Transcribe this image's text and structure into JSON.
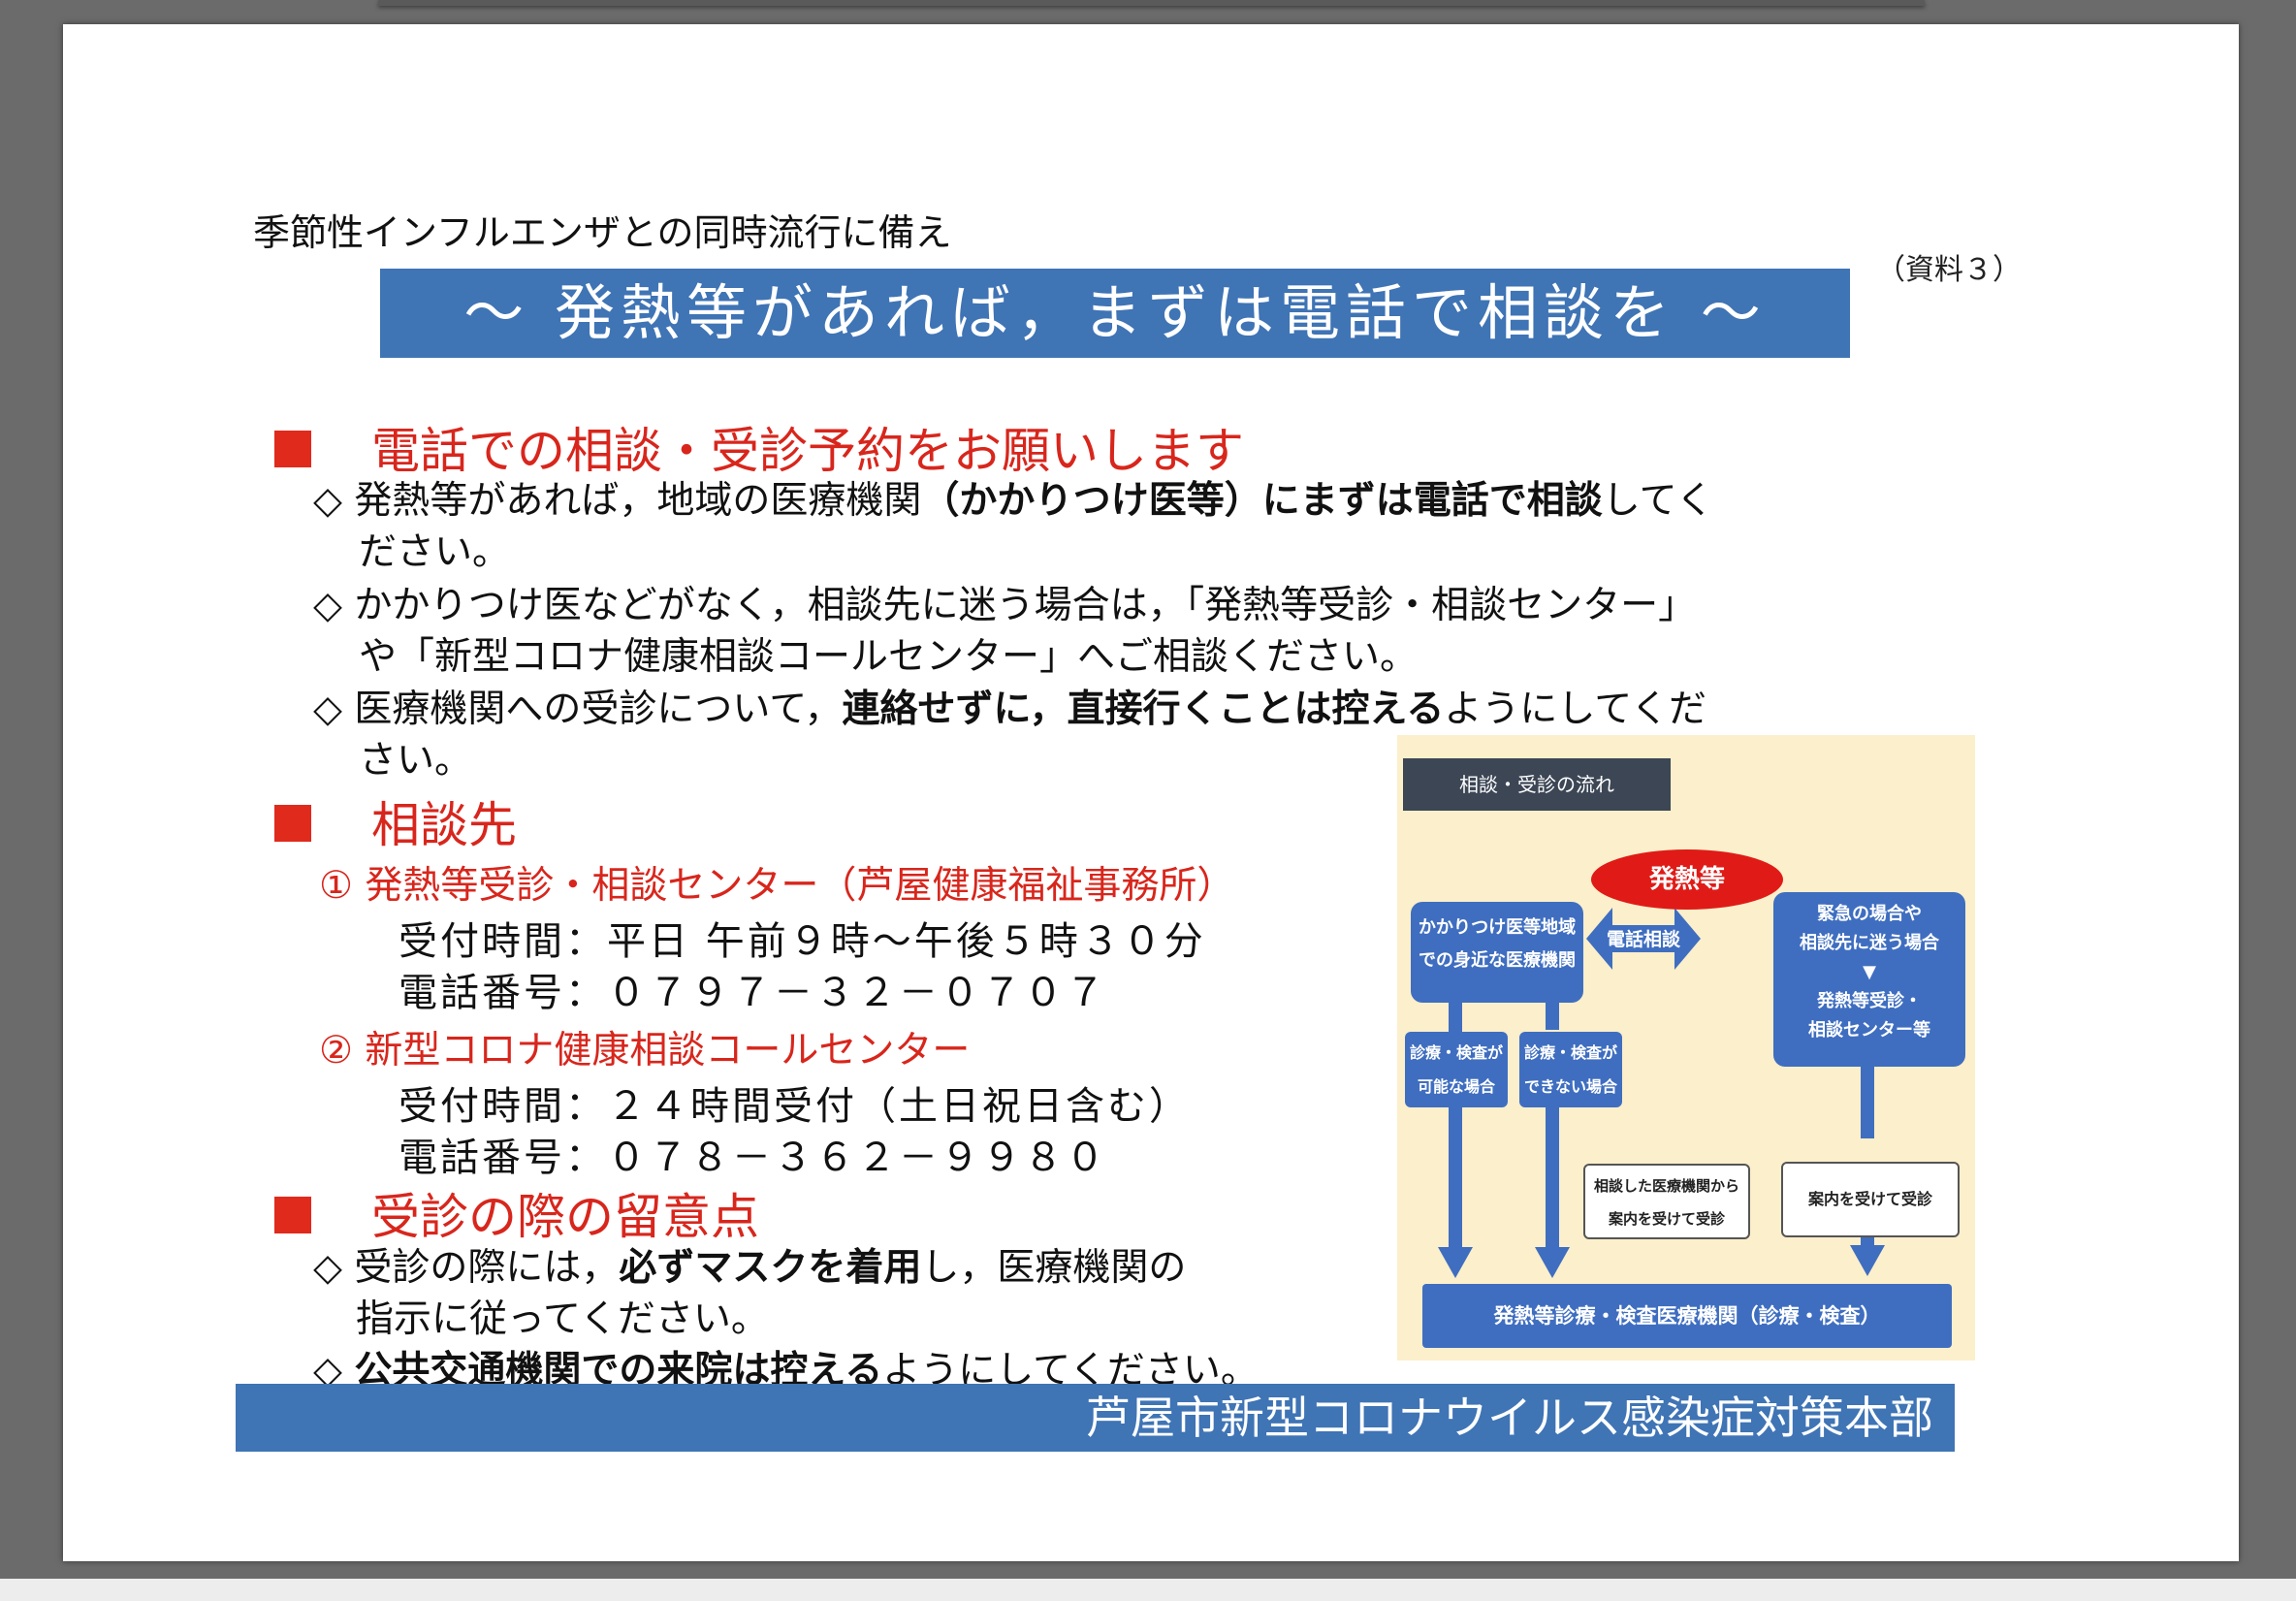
{
  "doc": {
    "subtitle": "季節性インフルエンザとの同時流行に備え",
    "doc_ref": "（資料３）",
    "banner": "～ 発熱等があれば，まずは電話で相談を ～",
    "footer": "芦屋市新型コロナウイルス感染症対策本部"
  },
  "section1": {
    "heading": "電話での相談・受診予約をお願いします",
    "b1_a": "◇ 発熱等があれば，地域の医療機関",
    "b1_b": "（かかりつけ医等）にまずは電話で相談",
    "b1_c": "してく",
    "b1_d": "ださい。",
    "b2_a": "◇ かかりつけ医などがなく，相談先に迷う場合は，「発熱等受診・相談センター」",
    "b2_b": "や「新型コロナ健康相談コールセンター」へご相談ください。",
    "b3_a": "◇ 医療機関への受診について，",
    "b3_b": "連絡せずに，直接行くことは控える",
    "b3_c": "ようにしてくだ",
    "b3_d": "さい。"
  },
  "section2": {
    "heading": "相談先",
    "c1_title": "① 発熱等受診・相談センター（芦屋健康福祉事務所）",
    "c1_hours": "受付時間：平日 午前９時～午後５時３０分",
    "c1_phone": "電話番号：０７９７－３２－０７０７",
    "c2_title": "② 新型コロナ健康相談コールセンター",
    "c2_hours": "受付時間：２４時間受付（土日祝日含む）",
    "c2_phone": "電話番号：０７８－３６２－９９８０"
  },
  "section3": {
    "heading": "受診の際の留意点",
    "b1_a": "◇ 受診の際には，",
    "b1_b": "必ずマスクを着用",
    "b1_c": "し，医療機関の",
    "b1_d": "指示に従ってください。",
    "b2_a": "◇ ",
    "b2_b": "公共交通機関での来院は控える",
    "b2_c": "ようにしてください。"
  },
  "flow": {
    "header": "相談・受診の流れ",
    "fever": "発熱等",
    "left_box_1": "かかりつけ医等地域",
    "left_box_2": "での身近な医療機関",
    "phone": "電話相談",
    "right_box_1": "緊急の場合や",
    "right_box_2": "相談先に迷う場合",
    "right_box_arrow": "▼",
    "right_box_3": "発熱等受診・",
    "right_box_4": "相談センター等",
    "can_1": "診療・検査が",
    "can_2": "可能な場合",
    "cannot_1": "診療・検査が",
    "cannot_2": "できない場合",
    "referred_1": "相談した医療機関から",
    "referred_2": "案内を受けて受診",
    "guided": "案内を受けて受診",
    "bottom": "発熱等診療・検査医療機関（診療・検査）"
  }
}
